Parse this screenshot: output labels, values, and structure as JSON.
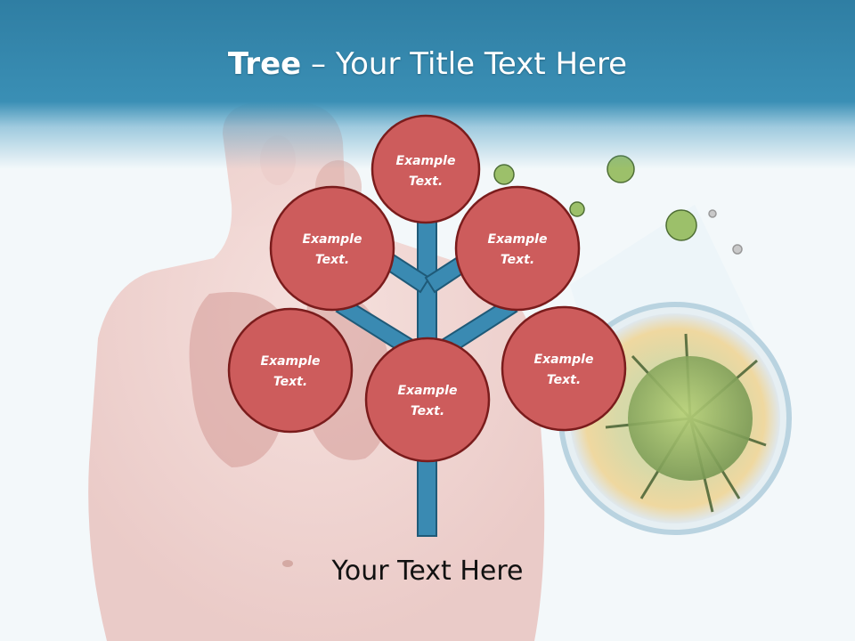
{
  "slide": {
    "title_bold": "Tree",
    "title_rest": " – Your Title Text Here",
    "caption": "Your Text Here"
  },
  "colors": {
    "header": "#2f7ea3",
    "node_fill": "#cd5c5c",
    "node_stroke": "#7a1c1c",
    "branch_fill": "#3a8ab2",
    "branch_stroke": "#1f5a78"
  },
  "tree": {
    "nodes": [
      {
        "line1": "Example",
        "line2": "Text."
      },
      {
        "line1": "Example",
        "line2": "Text."
      },
      {
        "line1": "Example",
        "line2": "Text."
      },
      {
        "line1": "Example",
        "line2": "Text."
      },
      {
        "line1": "Example",
        "line2": "Text."
      },
      {
        "line1": "Example",
        "line2": "Text."
      }
    ]
  }
}
